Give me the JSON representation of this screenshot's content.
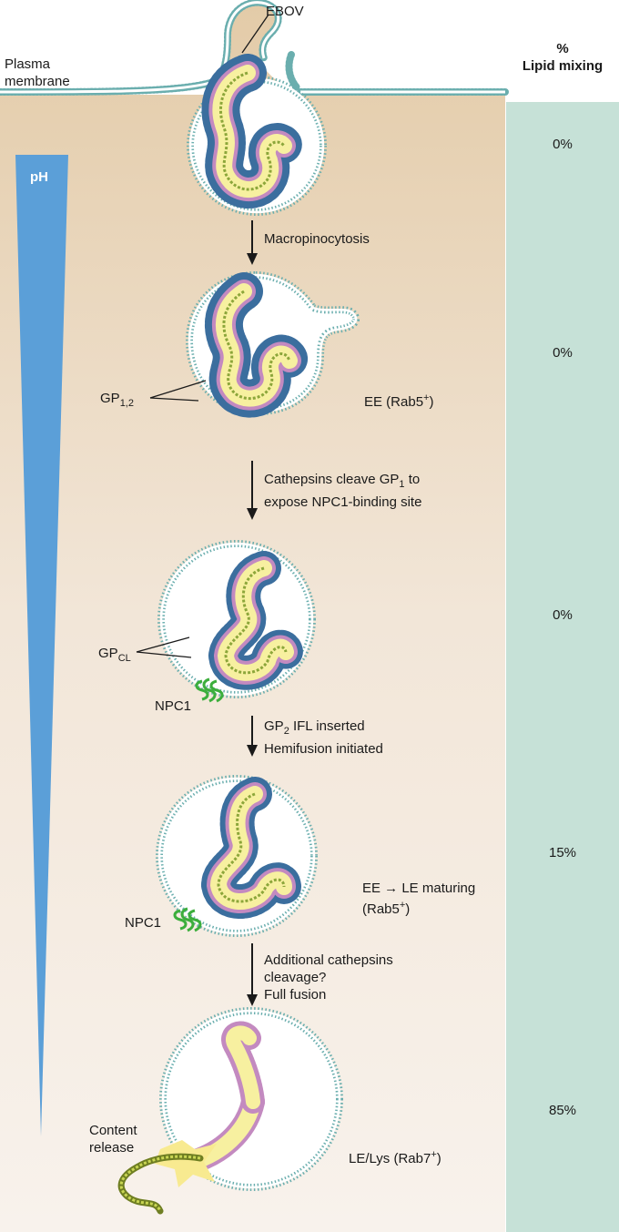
{
  "title_col": {
    "symbol": "%",
    "text": "Lipid mixing"
  },
  "labels": {
    "ebov": "EBOV",
    "plasma_membrane_1": "Plasma",
    "plasma_membrane_2": "membrane",
    "ph": "pH",
    "macropinocytosis": "Macropinocytosis",
    "gp12_base": "GP",
    "gp12_sub": "1,2",
    "ee_rab5_base": "EE (Rab5",
    "ee_rab5_sup": "+",
    "ee_rab5_end": ")",
    "cath_line1_a": "Cathepsins cleave GP",
    "cath_line1_sub": "1",
    "cath_line1_b": " to",
    "cath_line2": "expose NPC1-binding site",
    "gpcl_base": "GP",
    "gpcl_sub": "CL",
    "npc1_a": "NPC1",
    "gp2_line1_a": "GP",
    "gp2_line1_sub": "2",
    "gp2_line1_b": " IFL inserted",
    "gp2_line2": "Hemifusion initiated",
    "npc1_b": "NPC1",
    "ee_le_line1": "EE → LE maturing",
    "ee_le_line2_a": "(Rab5",
    "ee_le_line2_sup": "+",
    "ee_le_line2_b": ")",
    "add_line1": "Additional cathepsins",
    "add_line2": "cleavage?",
    "add_line3": "Full fusion",
    "content_1": "Content",
    "content_2": "release",
    "lelys_a": "LE/Lys (Rab7",
    "lelys_sup": "+",
    "lelys_b": ")"
  },
  "lipid_mixing": [
    "0%",
    "0%",
    "0%",
    "15%",
    "85%"
  ],
  "colors": {
    "cytoplasm_top": "#e5cfae",
    "cytoplasm_bottom": "#f8f1ea",
    "membrane": "#6aaeae",
    "ph_wedge": "#5b9fd8",
    "column": "#c6e1d7",
    "genome_yellow": "#f7f0a0",
    "nucleocapsid": "#8ca63a",
    "lipid_pink": "#c38ac0",
    "spike_blue": "#3b6e9e",
    "npc1_green": "#3cae3c"
  }
}
